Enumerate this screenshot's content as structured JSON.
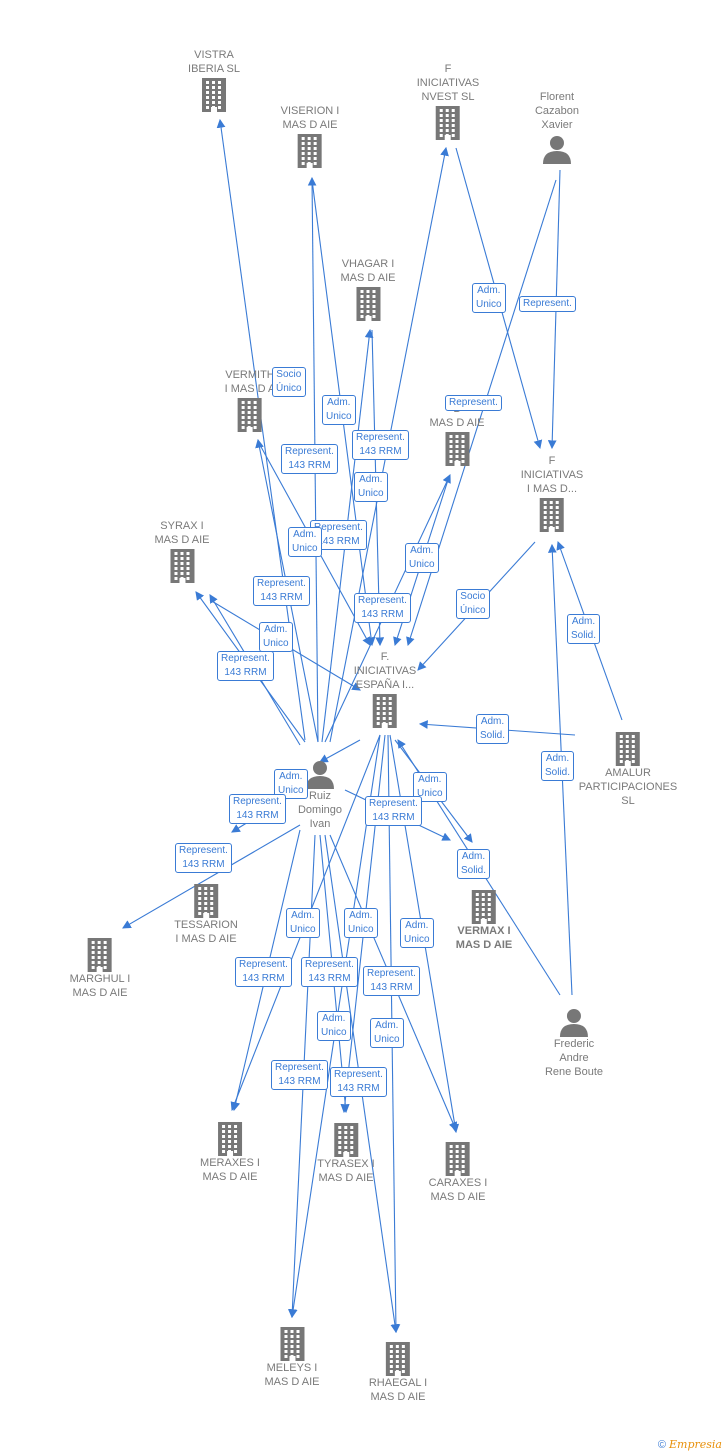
{
  "colors": {
    "edge": "#3a7bd5",
    "node_icon": "#777777",
    "label": "#7a7a7a",
    "brand_orange": "#e8910c"
  },
  "nodes": [
    {
      "id": "vistra",
      "label": "VISTRA\nIBERIA  SL",
      "type": "company"
    },
    {
      "id": "viserion",
      "label": "VISERION I\nMAS D  AIE",
      "type": "company"
    },
    {
      "id": "finv_nvest",
      "label": "F\nINICIATIVAS\nNVEST  SL",
      "type": "company"
    },
    {
      "id": "florent",
      "label": "Florent\nCazabon\nXavier",
      "type": "person"
    },
    {
      "id": "vhagar",
      "label": "VHAGAR I\nMAS D  AIE",
      "type": "company"
    },
    {
      "id": "vermith",
      "label": "VERMITH\nI MAS D  A",
      "type": "company"
    },
    {
      "id": "b_masd",
      "label": "B\nMAS D  AIE",
      "type": "company"
    },
    {
      "id": "finv_masd",
      "label": "F\nINICIATIVAS\nI MAS D...",
      "type": "company"
    },
    {
      "id": "syrax",
      "label": "SYRAX I\nMAS D  AIE",
      "type": "company"
    },
    {
      "id": "finv_espana",
      "label": "F.\nINICIATIVAS\nESPAÑA I...",
      "type": "company"
    },
    {
      "id": "amalur",
      "label": "AMALUR\nPARTICIPACIONES\nSL",
      "type": "company"
    },
    {
      "id": "ruiz",
      "label": "Ruiz\nDomingo\nIvan",
      "type": "person"
    },
    {
      "id": "vermax",
      "label": "VERMAX I\nMAS D  AIE",
      "type": "company"
    },
    {
      "id": "tessarion",
      "label": "TESSARION\nI MAS D  AIE",
      "type": "company"
    },
    {
      "id": "marghul",
      "label": "MARGHUL I\nMAS D  AIE",
      "type": "company"
    },
    {
      "id": "frederic",
      "label": "Frederic\nAndre\nRene Boute",
      "type": "person"
    },
    {
      "id": "meraxes",
      "label": "MERAXES I\nMAS D  AIE",
      "type": "company"
    },
    {
      "id": "tyrasex",
      "label": "TYRASEX I\nMAS D  AIE",
      "type": "company"
    },
    {
      "id": "caraxes",
      "label": "CARAXES I\nMAS D  AIE",
      "type": "company"
    },
    {
      "id": "meleys",
      "label": "MELEYS I\nMAS D  AIE",
      "type": "company"
    },
    {
      "id": "rhaegal",
      "label": "RHAEGAL I\nMAS D  AIE",
      "type": "company"
    }
  ],
  "relations": [
    "Adm.\nUnico",
    "Represent.",
    "Socio\nÚnico",
    "Adm.\nUnico",
    "Represent.\n143 RRM",
    "Represent.\n143 RRM",
    "Represent.",
    "Adm.\nUnico",
    "Represent.\n143 RRM",
    "Adm.\nUnico",
    "Adm.\nUnico",
    "Represent.\n143 RRM",
    "Represent.\n143 RRM",
    "Socio\nÚnico",
    "Adm.\nUnico",
    "Adm.\nSolid.",
    "Represent.\n143 RRM",
    "Adm.\nSolid.",
    "Adm.\nSolid.",
    "Adm.\nUnico",
    "Represent.\n143 RRM",
    "Adm.\nUnico",
    "Represent.\n143 RRM",
    "Adm.\nSolid.",
    "Represent.\n143 RRM",
    "Adm.\nUnico",
    "Adm.\nUnico",
    "Adm.\nUnico",
    "Represent.\n143 RRM",
    "Represent.\n143 RRM",
    "Represent.\n143 RRM",
    "Adm.\nUnico",
    "Adm.\nUnico",
    "Represent.\n143 RRM",
    "Represent.\n143 RRM"
  ],
  "footer": {
    "copyright": "©",
    "brand": "Empresia"
  }
}
